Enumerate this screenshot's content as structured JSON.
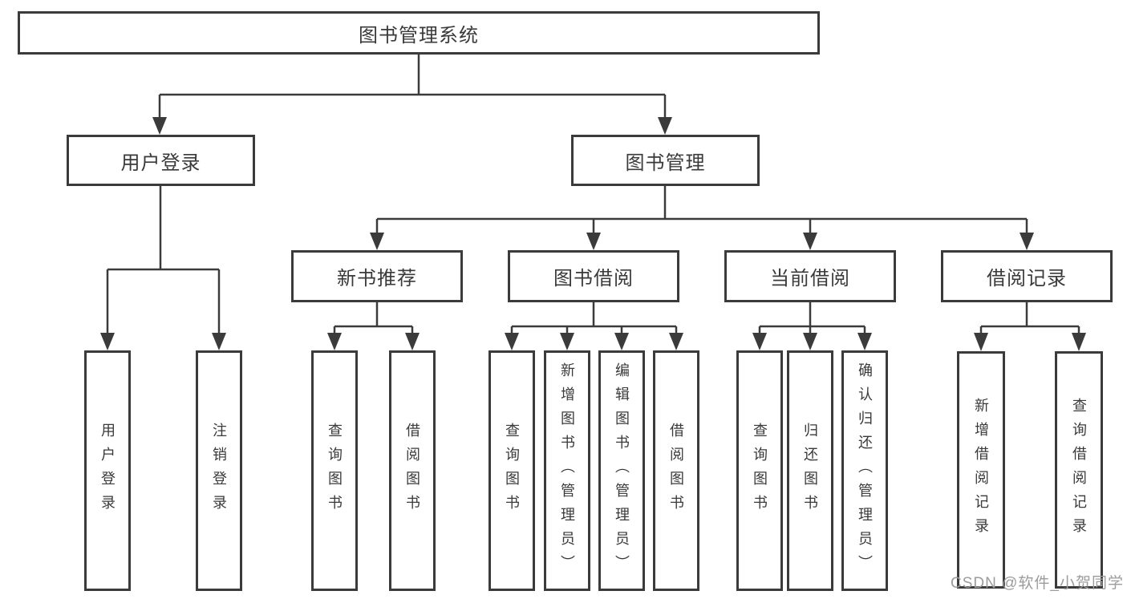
{
  "diagram": {
    "type": "hierarchy-tree",
    "root": {
      "label": "图书管理系统"
    },
    "level2": [
      {
        "label": "用户登录",
        "children": [
          "用户登录",
          "注销登录"
        ]
      },
      {
        "label": "图书管理"
      }
    ],
    "level3": [
      {
        "label": "新书推荐",
        "children": [
          "查询图书",
          "借阅图书"
        ]
      },
      {
        "label": "图书借阅",
        "children": [
          "查询图书",
          "新增图书（管理员）",
          "编辑图书（管理员）",
          "借阅图书"
        ]
      },
      {
        "label": "当前借阅",
        "children": [
          "查询图书",
          "归还图书",
          "确认归还（管理员）"
        ]
      },
      {
        "label": "借阅记录",
        "children": [
          "新增借阅记录",
          "查询借阅记录"
        ]
      }
    ]
  },
  "watermark": "CSDN @软件_小贺同学",
  "colors": {
    "line": "#3b3b3b",
    "text": "#3a3a3a",
    "background": "#ffffff",
    "watermark": "#9c9c9c"
  }
}
